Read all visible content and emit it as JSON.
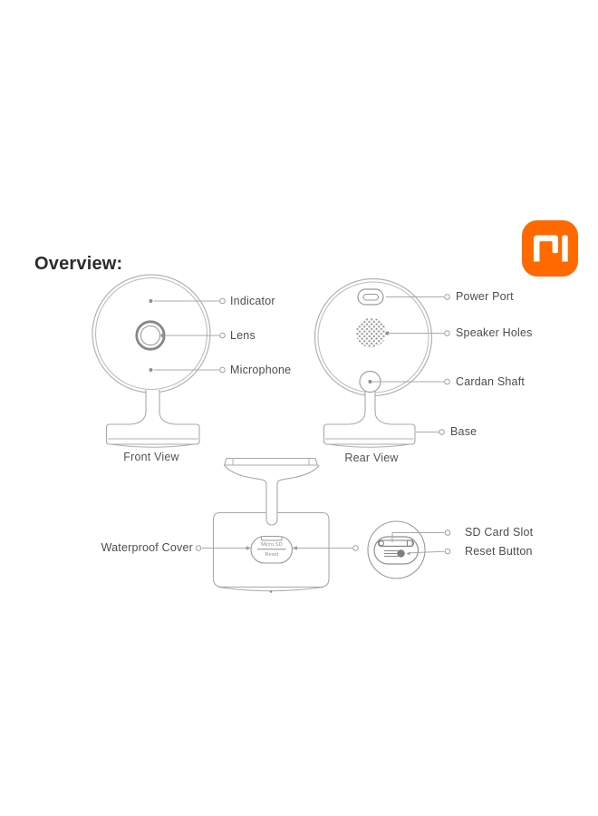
{
  "heading": "Overview:",
  "logo": {
    "brand": "MI",
    "color": "#FF6900"
  },
  "front_view": {
    "caption": "Front View",
    "labels": {
      "indicator": "Indicator",
      "lens": "Lens",
      "microphone": "Microphone"
    }
  },
  "rear_view": {
    "caption": "Rear View",
    "labels": {
      "power_port": "Power Port",
      "speaker_holes": "Speaker Holes",
      "cardan_shaft": "Cardan Shaft",
      "base": "Base"
    }
  },
  "bottom_view": {
    "labels": {
      "waterproof_cover": "Waterproof Cover",
      "sd_card_slot": "SD Card Slot",
      "reset_button": "Reset Button"
    },
    "cover_markings": {
      "top": "Micro SD",
      "bottom": "Reset"
    }
  },
  "colors": {
    "accent": "#FF6900",
    "line": "#A8A8A8",
    "outline": "#B2B2B2",
    "text": "#4D4D4D"
  }
}
